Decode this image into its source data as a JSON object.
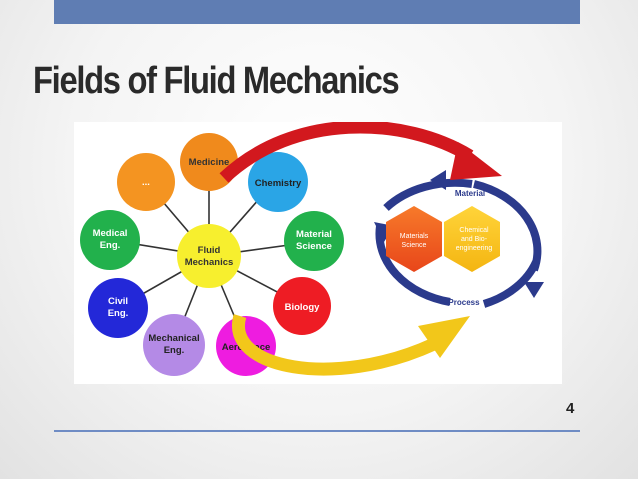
{
  "slide": {
    "title": "Fields of Fluid Mechanics",
    "page_number": "4"
  },
  "diagram": {
    "center": {
      "line1": "Fluid",
      "line2": "Mechanics",
      "color": "#f7ef2e"
    },
    "fields": [
      {
        "line1": "Medicine",
        "line2": "",
        "color": "#f08a1c"
      },
      {
        "line1": "Chemistry",
        "line2": "",
        "color": "#2aa5e6"
      },
      {
        "line1": "Material",
        "line2": "Science",
        "color": "#22b14c"
      },
      {
        "line1": "Biology",
        "line2": "",
        "color": "#ee1c24"
      },
      {
        "line1": "Aerospace",
        "line2": "",
        "color": "#ee1ce0"
      },
      {
        "line1": "Mechanical",
        "line2": "Eng.",
        "color": "#b48ae6"
      },
      {
        "line1": "Civil",
        "line2": "Eng.",
        "color": "#2328d8"
      },
      {
        "line1": "Medical",
        "line2": "Eng.",
        "color": "#22b14c"
      },
      {
        "line1": "...",
        "line2": "",
        "color": "#f49421"
      }
    ],
    "cycle": {
      "top_label": "Material",
      "bottom_label": "Process",
      "left_hex": {
        "line1": "Materials",
        "line2": "Science",
        "color": "#f05a1c"
      },
      "right_hex": {
        "line1": "Chemical",
        "line2": "and Bio-",
        "line3": "engineering",
        "color": "#f9c71f"
      },
      "ring_color": "#2b3a8c"
    },
    "arrow_colors": {
      "top": "#d2181e",
      "bottom": "#f2c71a"
    }
  }
}
